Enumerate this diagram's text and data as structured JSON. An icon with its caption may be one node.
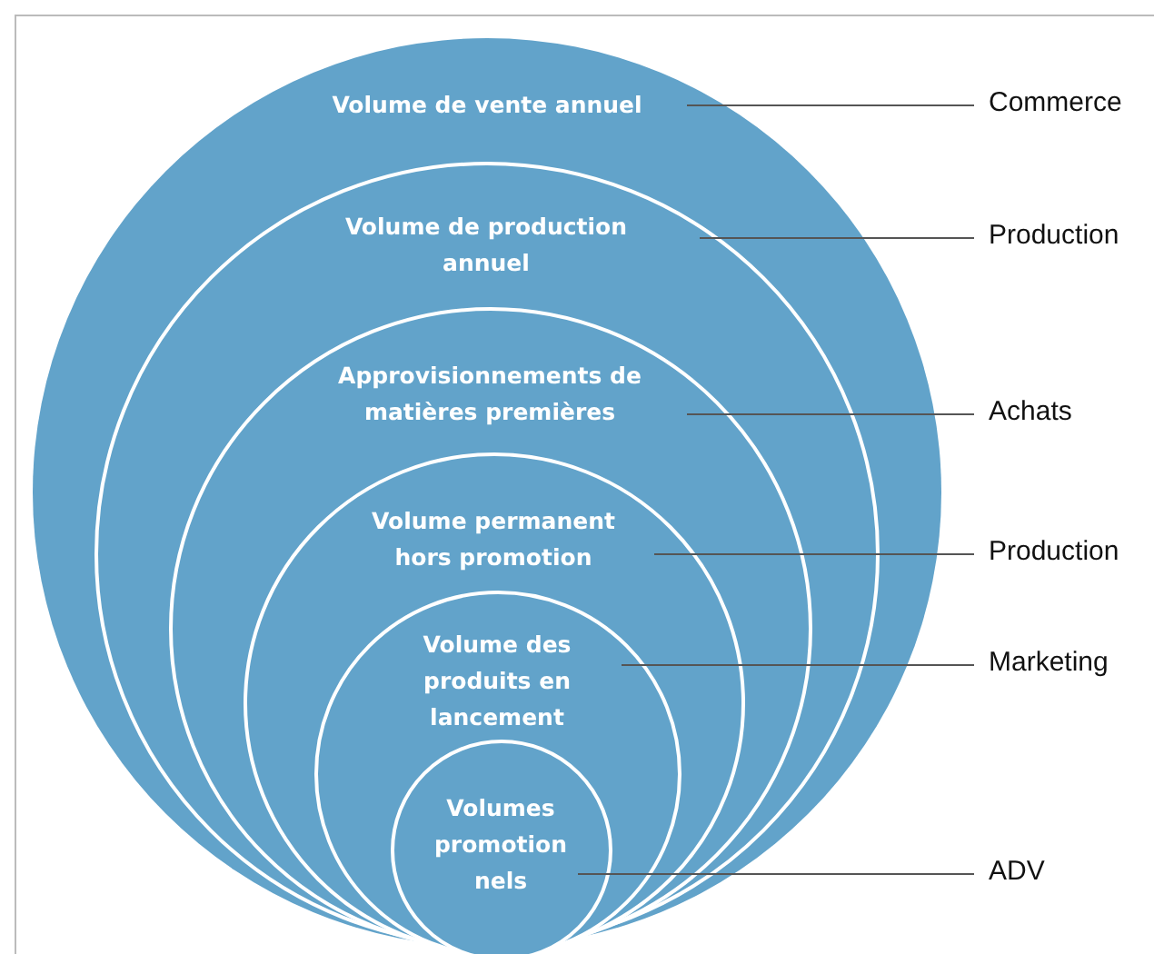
{
  "diagram": {
    "nodes": [
      {
        "text": [
          "Volume de vente annuel"
        ]
      },
      {
        "text": [
          "Volume de production annuel"
        ],
        "in": 0
      },
      {
        "text": [
          "Approvisionnements de matières premières"
        ],
        "in": 1
      },
      {
        "text": [
          "Volume permanent hors promotion"
        ],
        "in": 2
      },
      {
        "text": [
          "Volume des produits en lancement"
        ],
        "in": 3
      },
      {
        "text": [
          "Volumes promotion nels"
        ],
        "in": 4
      },
      {
        "text": [
          "Commerce"
        ]
      },
      {
        "text": [
          "Production"
        ]
      },
      {
        "text": [
          "Achats"
        ]
      },
      {
        "text": [
          "Production"
        ]
      },
      {
        "text": [
          "Marketing"
        ]
      },
      {
        "text": [
          "ADV"
        ]
      }
    ],
    "edges": [
      {
        "from": 6,
        "to": 0,
        "arrow": "none"
      },
      {
        "from": 7,
        "to": 1,
        "arrow": "none"
      },
      {
        "from": 8,
        "to": 2,
        "arrow": "none"
      },
      {
        "from": 9,
        "to": 3,
        "arrow": "none"
      },
      {
        "from": 10,
        "to": 4,
        "arrow": "none"
      },
      {
        "from": 11,
        "to": 5,
        "arrow": "none"
      }
    ]
  }
}
